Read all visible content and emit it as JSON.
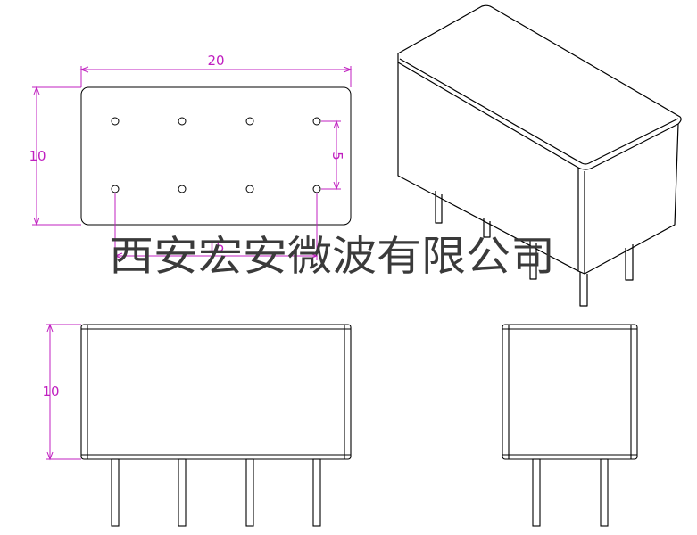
{
  "drawing": {
    "top_view": {
      "width_label": "20",
      "height_label": "10",
      "pitch_label": "5",
      "partial_label": "15"
    },
    "front_view": {
      "height_label": "10"
    },
    "watermark": "西安宏安微波有限公司",
    "colors": {
      "dimension": "#c020c0",
      "outline": "#000000",
      "watermark": "#3a3a3a"
    }
  }
}
